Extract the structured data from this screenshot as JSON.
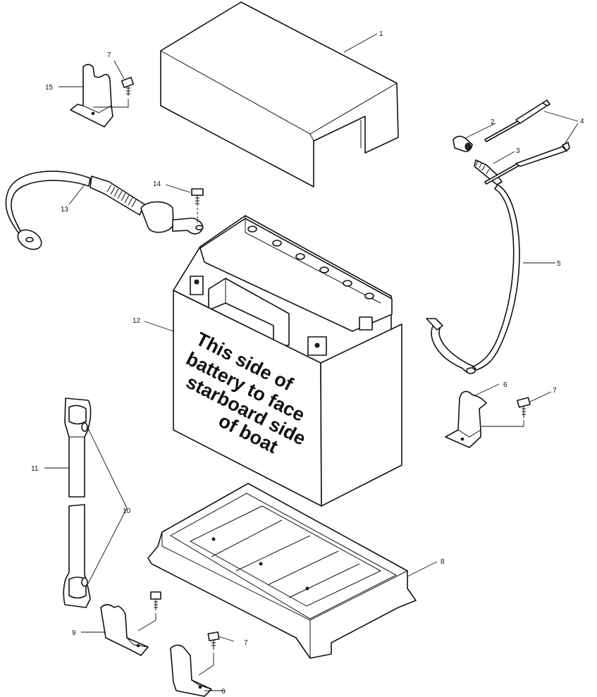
{
  "diagram": {
    "warning_lines": [
      "This side of",
      "battery to face",
      "starboard side",
      "of boat"
    ],
    "callouts": {
      "c1": "1",
      "c2": "2",
      "c3": "3",
      "c4": "4",
      "c5": "5",
      "c6a": "6",
      "c6b": "6",
      "c7a": "7",
      "c7b": "7",
      "c7c": "7",
      "c8": "8",
      "c9": "9",
      "c10": "10",
      "c11": "11",
      "c12": "12",
      "c13": "13",
      "c14": "14",
      "c15": "15"
    }
  }
}
